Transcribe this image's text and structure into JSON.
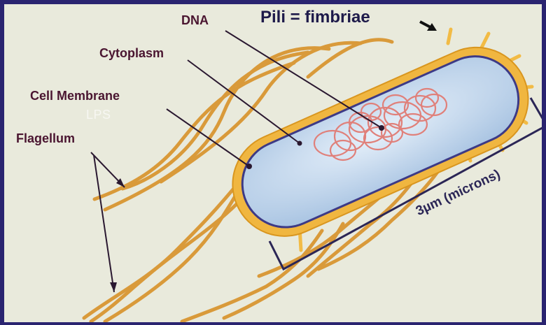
{
  "diagram": {
    "labels": {
      "dna": "DNA",
      "pili": "Pili = fimbriae",
      "cytoplasm": "Cytoplasm",
      "cell_membrane": "Cell Membrane",
      "lps": "LPS",
      "flagellum": "Flagellum",
      "scale": "3µm (microns)"
    },
    "colors": {
      "frame": "#2a2470",
      "background": "#e9eadc",
      "flagellum": "#d99a3a",
      "cell_wall": "#f0b640",
      "membrane": "#3d3a86",
      "cytoplasm": "#bcd3ea",
      "dna": "#e0807a",
      "label_text": "#4a1530"
    }
  }
}
